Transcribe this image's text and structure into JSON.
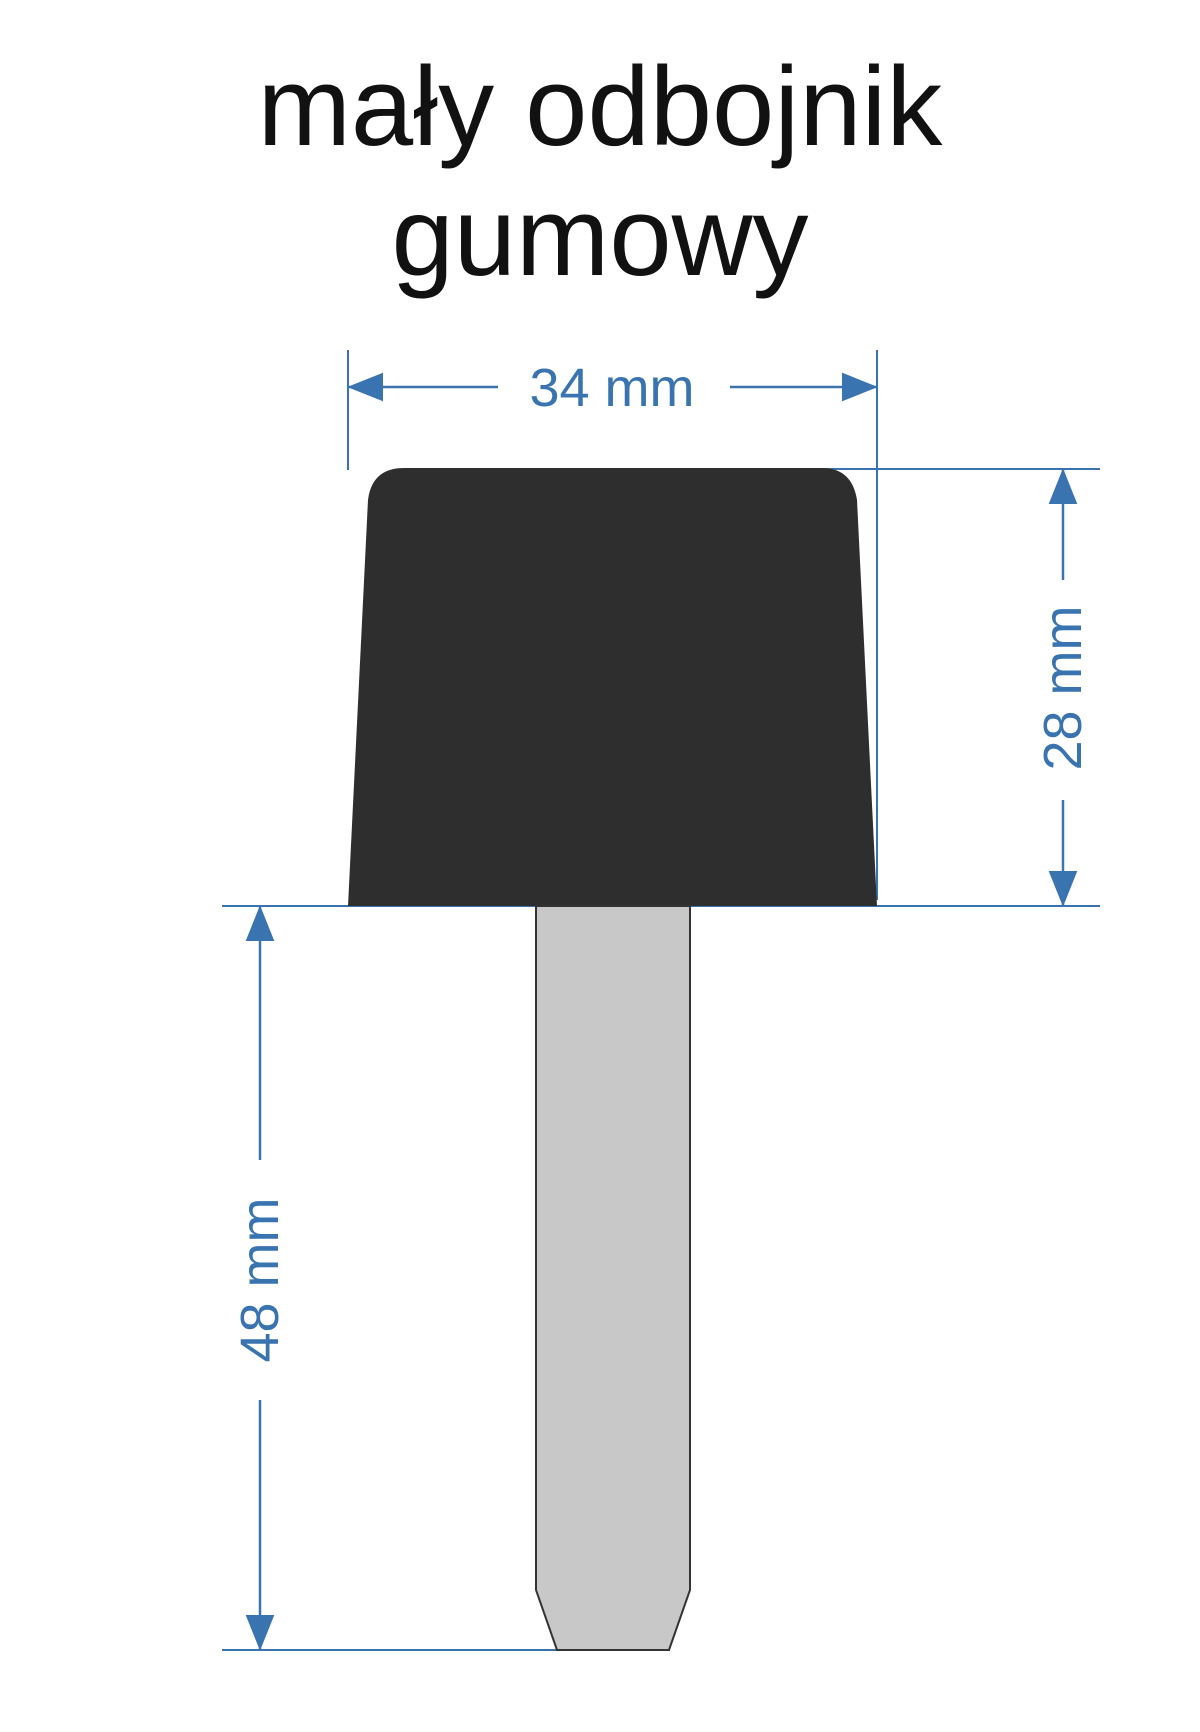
{
  "title": {
    "line1": "mały odbojnik",
    "line2": "gumowy"
  },
  "dimensions": {
    "width": "34 mm",
    "head_height": "28 mm",
    "pin_length": "48 mm"
  },
  "colors": {
    "dimension": "#3a74b0",
    "rubber_head": "#2e2e2e",
    "pin_fill": "#c8c8c8",
    "pin_stroke": "#333333",
    "title": "#111111"
  }
}
